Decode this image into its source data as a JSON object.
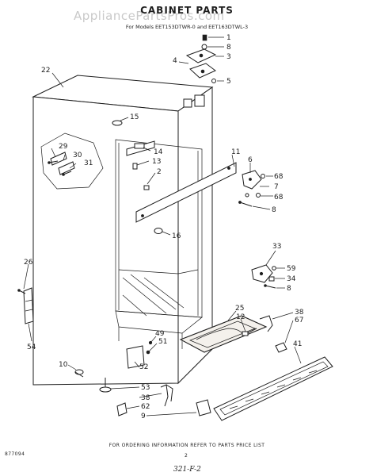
{
  "watermark": "AppliancePartsPros.com",
  "title": "CABINET PARTS",
  "subtitle": "For Models EET153DTWR-0 and EET163DTWL-3",
  "footer": "FOR ORDERING INFORMATION REFER TO PARTS PRICE LIST",
  "doc_number": "877094",
  "page_number": "2",
  "handwritten_note": "321-F-2",
  "callouts": {
    "c1": "1",
    "c8a": "8",
    "c3": "3",
    "c4": "4",
    "c5": "5",
    "c22": "22",
    "c15": "15",
    "c29": "29",
    "c30": "30",
    "c31": "31",
    "c14": "14",
    "c13": "13",
    "c2": "2",
    "c11": "11",
    "c6": "6",
    "c68a": "68",
    "c7": "7",
    "c68b": "68",
    "c8b": "8",
    "c16": "16",
    "c33": "33",
    "c59": "59",
    "c34": "34",
    "c8c": "8",
    "c26": "26",
    "c54": "54",
    "c25": "25",
    "c12": "12",
    "c38a": "38",
    "c67": "67",
    "c49": "49",
    "c51": "51",
    "c41": "41",
    "c10": "10",
    "c52": "52",
    "c53": "53",
    "c38b": "38",
    "c62": "62",
    "c9": "9"
  }
}
